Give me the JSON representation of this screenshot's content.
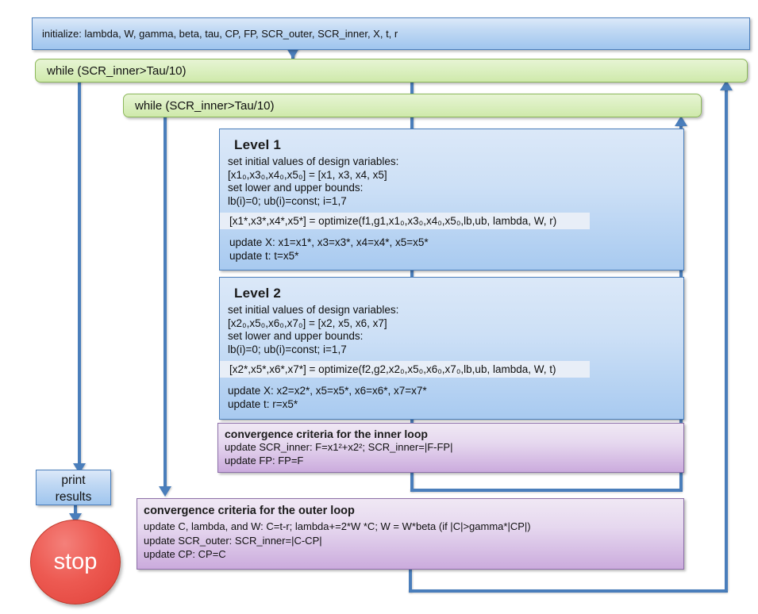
{
  "diagram": {
    "title": "Bi-level optimization algorithm flowchart",
    "colors": {
      "process_blue": "#9fc5ee",
      "loop_green": "#cfe9ab",
      "convergence_purple": "#cbabdd",
      "terminator_red": "#ed5a52",
      "connector_blue": "#4a7ebb"
    },
    "nodes": {
      "initialize": {
        "label": "initialize: lambda, W, gamma, beta, tau, CP, FP, SCR_outer, SCR_inner, X, t, r"
      },
      "outer_while": {
        "label": "while (SCR_inner>Tau/10)"
      },
      "inner_while": {
        "label": "while (SCR_inner>Tau/10)"
      },
      "level1": {
        "title": "Level 1",
        "line1": "set initial values of design variables:",
        "line2_pre": "[x1",
        "line2": "[x1₀,x3₀,x4₀,x5₀] = [x1, x3, x4, x5]",
        "line3": "set lower and upper bounds:",
        "line4": "lb(i)=0; ub(i)=const; i=1,7",
        "optimize": "[x1*,x3*,x4*,x5*] = optimize(f1,g1,x1₀,x3₀,x4₀,x5₀,lb,ub, lambda, W, r)",
        "update_x": "update X: x1=x1*, x3=x3*, x4=x4*, x5=x5*",
        "update_t": "update t: t=x5*"
      },
      "level2": {
        "title": "Level 2",
        "line1": "set initial values of design variables:",
        "line2": "[x2₀,x5₀,x6₀,x7₀] = [x2, x5, x6, x7]",
        "line3": "set lower and upper bounds:",
        "line4": "lb(i)=0; ub(i)=const; i=1,7",
        "optimize": "[x2*,x5*,x6*,x7*] = optimize(f2,g2,x2₀,x5₀,x6₀,x7₀,lb,ub, lambda, W, t)",
        "update_x": "update X: x2=x2*, x5=x5*, x6=x6*, x7=x7*",
        "update_t": "update t: r=x5*"
      },
      "inner_convergence": {
        "title": "convergence criteria for the inner loop",
        "line1": "update SCR_inner: F=x1²+x2²; SCR_inner=|F-FP|",
        "line2": "update FP: FP=F"
      },
      "outer_convergence": {
        "title": "convergence criteria for the outer  loop",
        "line1": "update C, lambda, and W: C=t-r; lambda+=2*W *C; W = W*beta (if |C|>gamma*|CP|)",
        "line2": "update SCR_outer: SCR_inner=|C-CP|",
        "line3": "update CP: CP=C"
      },
      "print_results": {
        "line1": "print",
        "line2": "results"
      },
      "stop": {
        "label": "stop"
      }
    }
  }
}
